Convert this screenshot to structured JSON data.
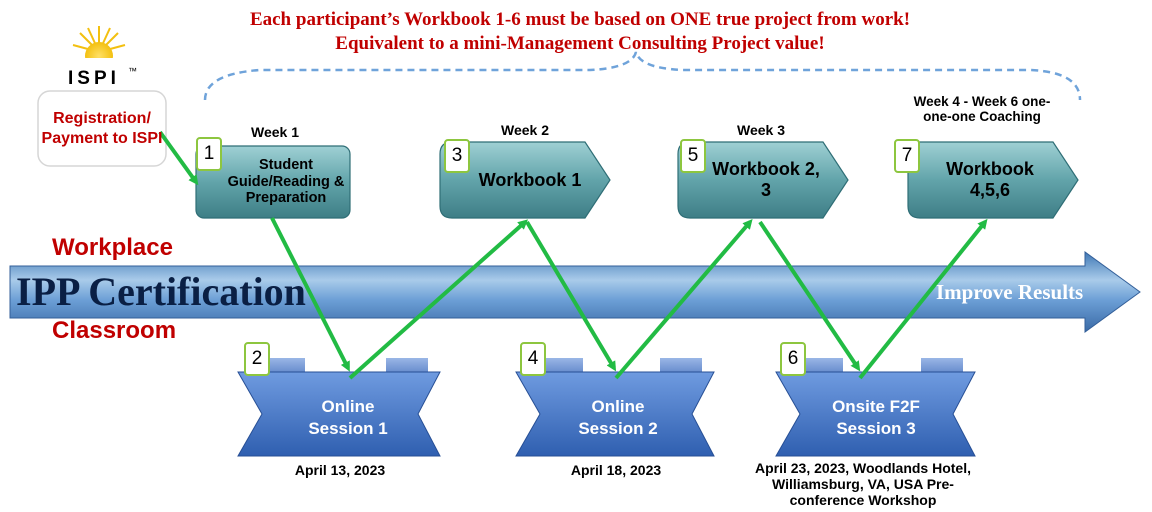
{
  "headline": {
    "line1": "Each participant’s Workbook 1-6 must be based on ONE true project from work!",
    "line2": "Equivalent to a mini-Management Consulting Project value!"
  },
  "logo": {
    "text": "ISPI",
    "trademark": "™"
  },
  "registration": {
    "text": "Registration/ Payment to ISPI"
  },
  "side_labels": {
    "workplace": "Workplace",
    "classroom": "Classroom"
  },
  "main_arrow": {
    "title": "IPP Certification",
    "end_label": "Improve Results"
  },
  "workplace_steps": [
    {
      "number": "1",
      "week": "Week 1",
      "label": "Student Guide/Reading & Preparation"
    },
    {
      "number": "3",
      "week": "Week 2",
      "label": "Workbook 1"
    },
    {
      "number": "5",
      "week": "Week 3",
      "label": "Workbook 2, 3"
    },
    {
      "number": "7",
      "week": "Week 4 -  Week 6 one-one-one Coaching",
      "label": "Workbook 4,5,6"
    }
  ],
  "classroom_sessions": [
    {
      "number": "2",
      "label": "Online Session 1",
      "date": "April 13, 2023"
    },
    {
      "number": "4",
      "label": "Online Session 2",
      "date": "April 18, 2023"
    },
    {
      "number": "6",
      "label": "Onsite F2F Session 3",
      "date": "April 23, 2023, Woodlands Hotel, Williamsburg, VA, USA Pre-conference Workshop"
    }
  ],
  "colors": {
    "headline": "#c00000",
    "connector": "#22bb44",
    "main_arrow": "#5b8fc8",
    "step_box": "#5fa1a8",
    "session_ribbon": "#3a6fc0",
    "number_border": "#8dc63f"
  }
}
